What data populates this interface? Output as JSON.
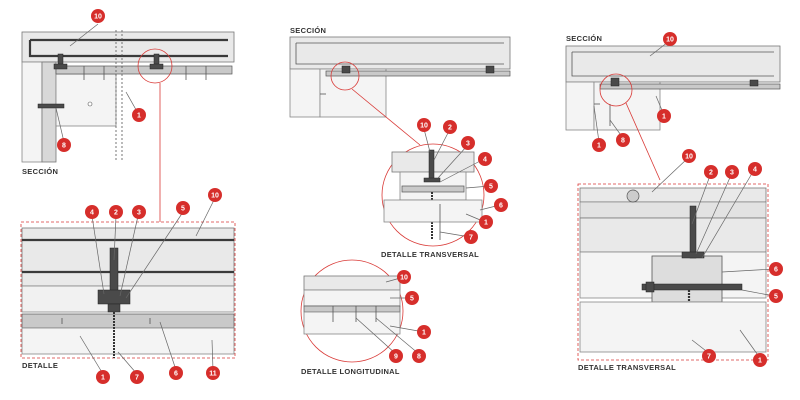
{
  "colors": {
    "accent": "#d62e2b",
    "concrete": "#e9e9e9",
    "line": "#555555"
  },
  "panel1": {
    "section_label": "SECCIÓN",
    "detail_label": "DETALLE",
    "section_callouts": [
      "10",
      "1",
      "8"
    ],
    "detail_callouts": [
      "4",
      "2",
      "3",
      "5",
      "10",
      "1",
      "7",
      "6",
      "11"
    ]
  },
  "panel2": {
    "section_label": "SECCIÓN",
    "transversal_label": "DETALLE TRANSVERSAL",
    "longitudinal_label": "DETALLE LONGITUDINAL",
    "transversal_callouts": [
      "10",
      "2",
      "3",
      "4",
      "5",
      "6",
      "1",
      "7"
    ],
    "longitudinal_callouts": [
      "10",
      "5",
      "1",
      "9",
      "8"
    ]
  },
  "panel3": {
    "section_label": "SECCIÓN",
    "transversal_label": "DETALLE TRANSVERSAL",
    "section_callouts": [
      "10",
      "1",
      "1",
      "8"
    ],
    "detail_callouts": [
      "10",
      "2",
      "3",
      "4",
      "6",
      "5",
      "7",
      "1"
    ]
  }
}
